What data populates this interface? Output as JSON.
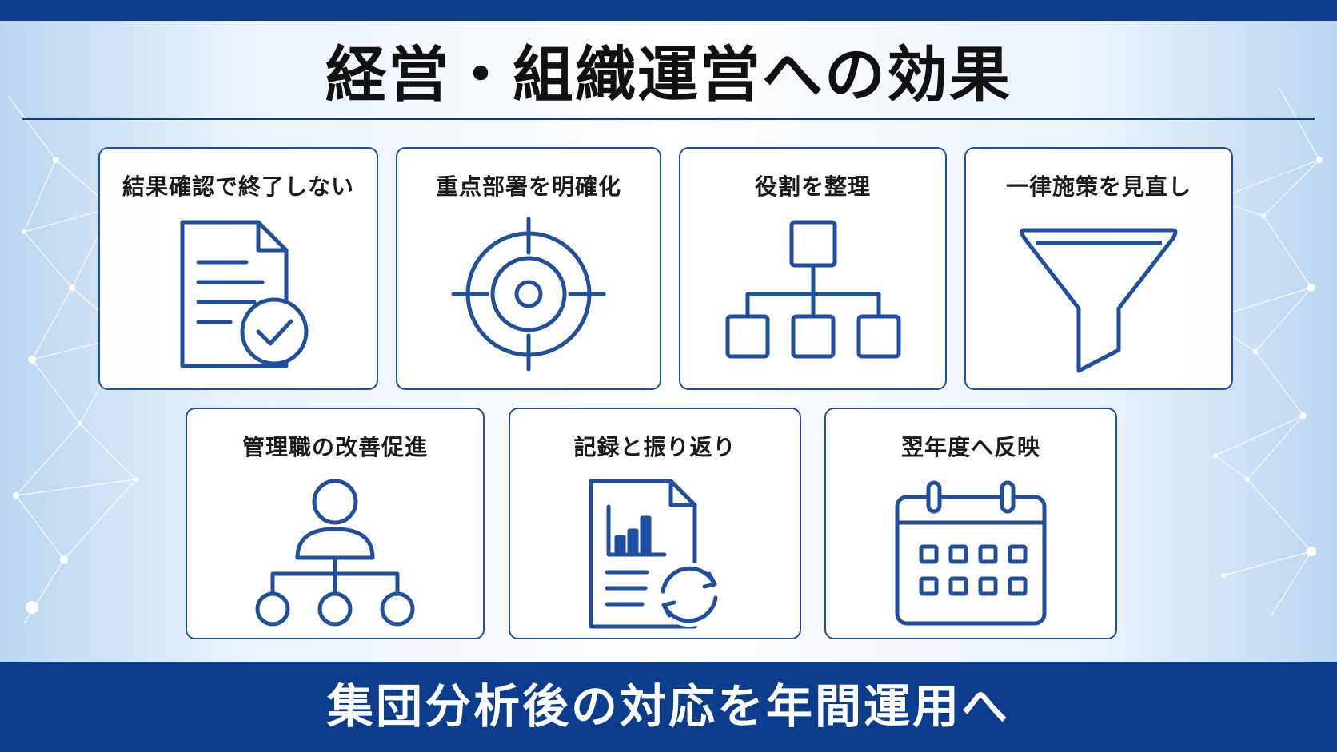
{
  "title": "経営・組織運営への効果",
  "footer": "集団分析後の対応を年間運用へ",
  "colors": {
    "accent": "#0b3d8c",
    "icon_stroke": "#1f4f9e",
    "card_border": "#1f4f9e",
    "title_text": "#111111",
    "footer_text": "#ffffff"
  },
  "cards": [
    {
      "label": "結果確認で終了しない",
      "icon": "document-check-icon"
    },
    {
      "label": "重点部署を明確化",
      "icon": "target-icon"
    },
    {
      "label": "役割を整理",
      "icon": "org-chart-icon"
    },
    {
      "label": "一律施策を見直し",
      "icon": "funnel-icon"
    },
    {
      "label": "管理職の改善促進",
      "icon": "manager-hierarchy-icon"
    },
    {
      "label": "記録と振り返り",
      "icon": "report-refresh-icon"
    },
    {
      "label": "翌年度へ反映",
      "icon": "calendar-icon"
    }
  ]
}
